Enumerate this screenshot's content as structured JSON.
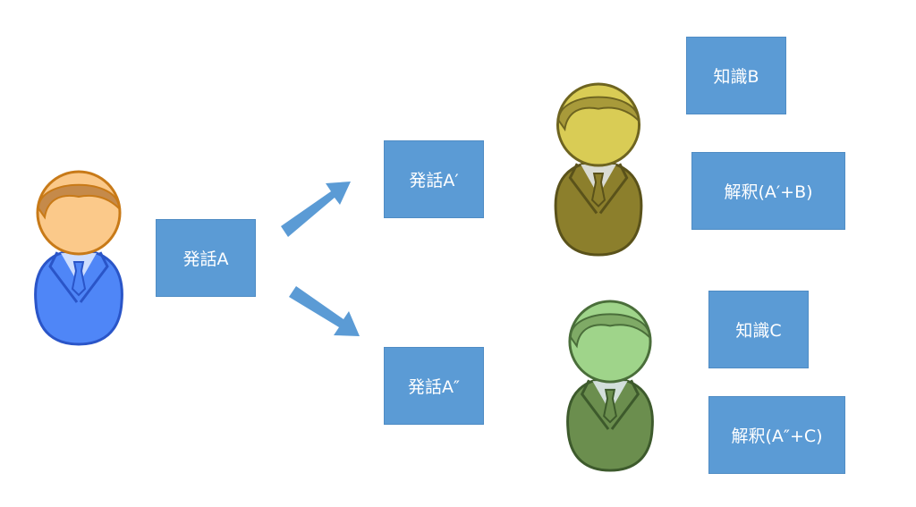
{
  "boxes": {
    "utterance_a": "発話A",
    "utterance_a_prime": "発話A′",
    "utterance_a_double_prime": "発話A″",
    "knowledge_b": "知識B",
    "interpretation_b": "解釈(A′+B)",
    "knowledge_c": "知識C",
    "interpretation_c": "解釈(A″+C)"
  },
  "colors": {
    "box": "#5b9bd5",
    "arrow": "#5b9bd5",
    "speaker": {
      "body": "#4f86f7",
      "outline": "#2a55c8",
      "head": "#fbc98a",
      "hair": "#c58a4a",
      "headline": "#c87a18"
    },
    "listener_b": {
      "body": "#8c7f2c",
      "outline": "#5a521a",
      "head": "#d9cc55",
      "hair": "#a89a3a",
      "headline": "#6e6420"
    },
    "listener_c": {
      "body": "#6b8e4e",
      "outline": "#3d5a2c",
      "head": "#9fd48a",
      "hair": "#7faa66",
      "headline": "#4a6e3a"
    }
  }
}
